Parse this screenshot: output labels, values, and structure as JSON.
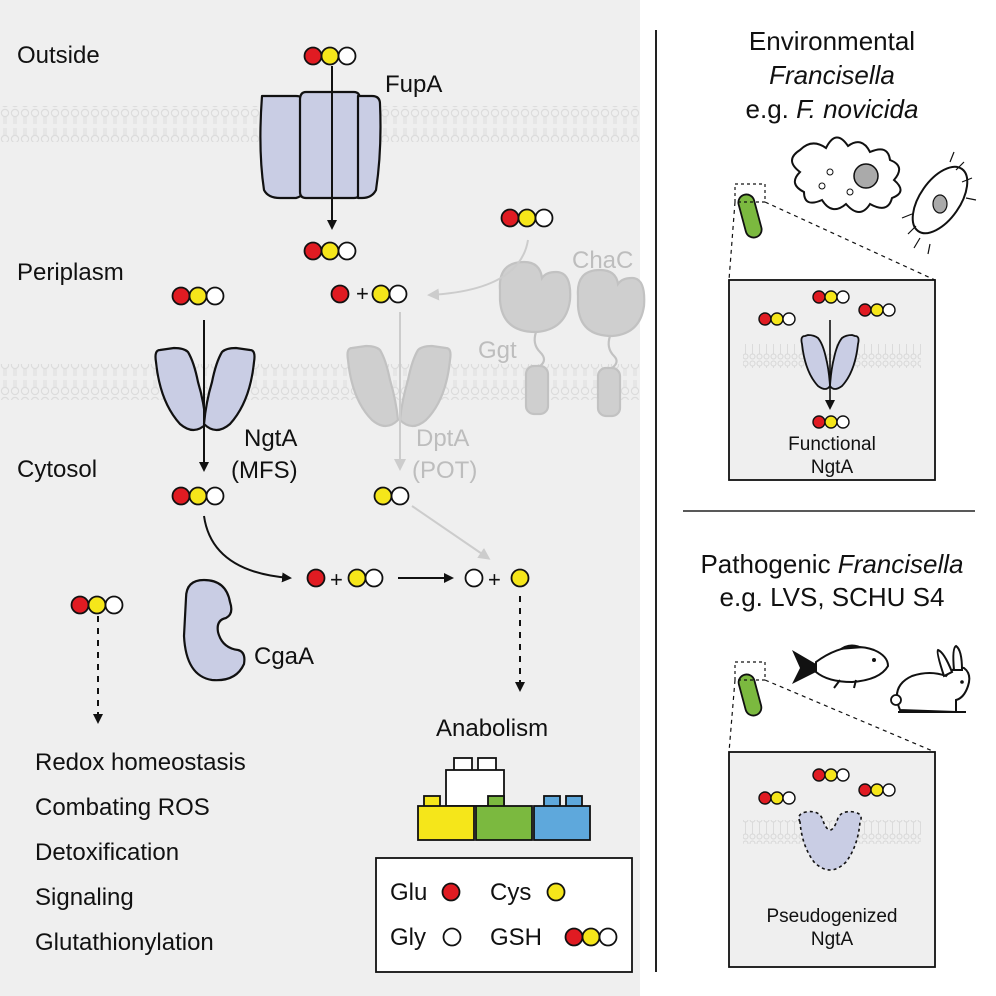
{
  "colors": {
    "glu": "#e01b22",
    "cys": "#f5e61a",
    "gly": "#ffffff",
    "transporter": "#c9cde4",
    "inactive": "#cfcfcf",
    "inactive_text": "#bdbdbd",
    "panel_bg": "#efefef",
    "bacterium": "#7bb93f",
    "block_yellow": "#f5e61a",
    "block_green": "#7bb93f",
    "block_blue": "#5ea8dc"
  },
  "left_panel": {
    "compartments": {
      "outside": "Outside",
      "periplasm": "Periplasm",
      "cytosol": "Cytosol"
    },
    "proteins": {
      "fupa": "FupA",
      "ngta_name": "NgtA",
      "ngta_family": "(MFS)",
      "dpta_name": "DptA",
      "dpta_family": "(POT)",
      "ggt": "Ggt",
      "chac": "ChaC",
      "cgaa": "CgaA"
    },
    "symbols": {
      "plus": "+"
    },
    "functions": [
      "Redox homeostasis",
      "Combating ROS",
      "Detoxification",
      "Signaling",
      "Glutathionylation"
    ],
    "anabolism": "Anabolism",
    "legend": {
      "glu": "Glu",
      "gly": "Gly",
      "cys": "Cys",
      "gsh": "GSH"
    }
  },
  "right_panel": {
    "environmental": {
      "title_line1": "Environmental",
      "title_line2": "Francisella",
      "title_line3_prefix": "e.g. ",
      "title_line3_species": "F. novicida",
      "caption_line1": "Functional",
      "caption_line2": "NgtA"
    },
    "pathogenic": {
      "title_line1_prefix": "Pathogenic ",
      "title_line1_genus": "Francisella",
      "title_line2": "e.g. LVS, SCHU S4",
      "caption_line1": "Pseudogenized",
      "caption_line2": "NgtA"
    }
  }
}
